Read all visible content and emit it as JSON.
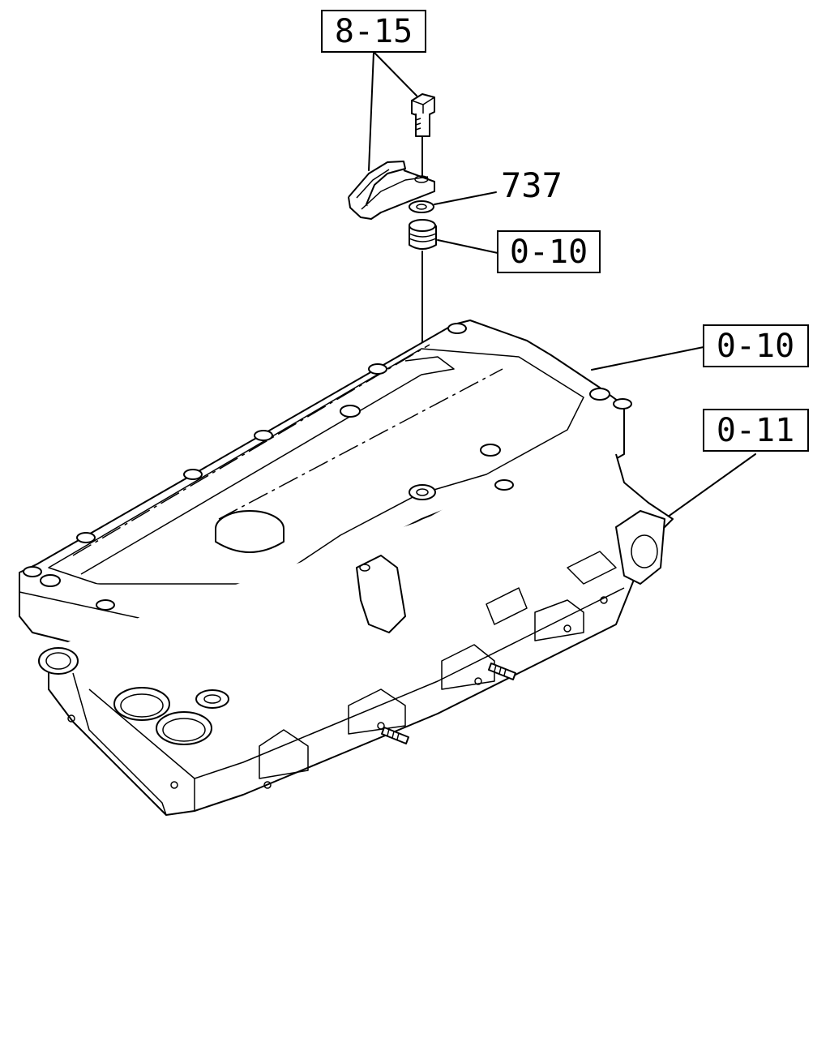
{
  "callouts": {
    "bracket_ref": "8-15",
    "washer_ref": "737",
    "grommet_ref": "0-10",
    "cover_ref": "0-10",
    "head_ref": "0-11"
  }
}
